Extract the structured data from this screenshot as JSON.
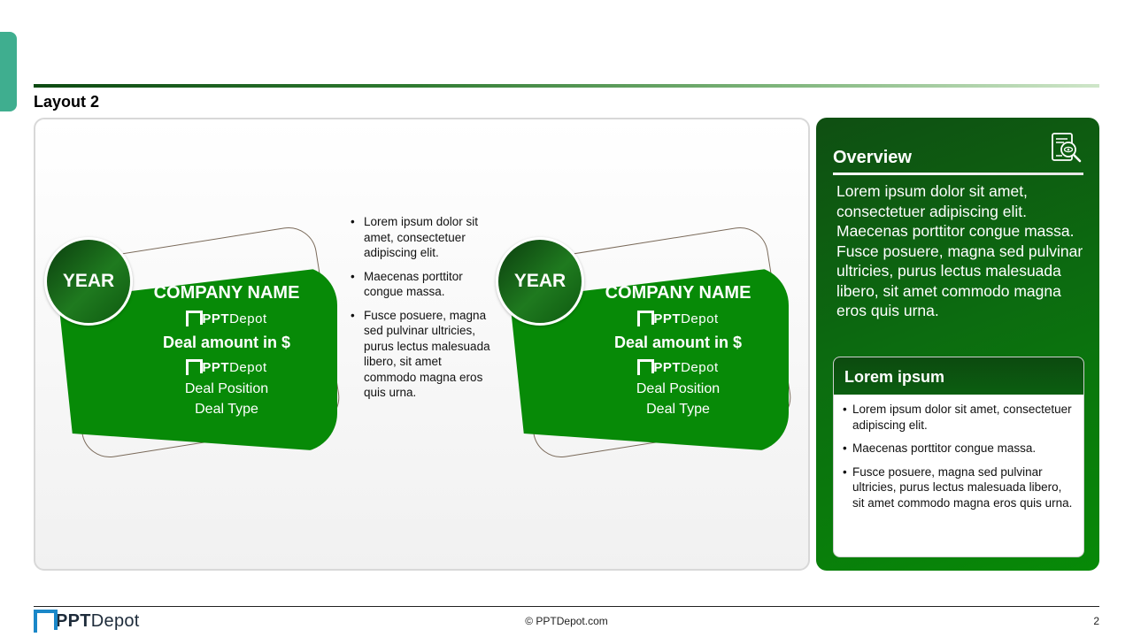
{
  "slide": {
    "title": "Layout 2",
    "page_number": "2"
  },
  "cards": [
    {
      "year": "YEAR",
      "company": "COMPANY NAME",
      "logo_bold": "PPT",
      "logo_light": "Depot",
      "deal_amount": "Deal amount in $",
      "deal_position": "Deal Position",
      "deal_type": "Deal Type"
    },
    {
      "year": "YEAR",
      "company": "COMPANY NAME",
      "logo_bold": "PPT",
      "logo_light": "Depot",
      "deal_amount": "Deal amount in $",
      "deal_position": "Deal Position",
      "deal_type": "Deal Type"
    }
  ],
  "middle_bullets": [
    "Lorem ipsum dolor sit amet, consectetuer adipiscing elit.",
    "Maecenas porttitor congue massa.",
    "Fusce posuere, magna sed pulvinar ultricies, purus lectus malesuada libero, sit amet commodo magna eros quis urna."
  ],
  "overview": {
    "title": "Overview",
    "icon": "document-search-icon",
    "body": "Lorem ipsum dolor sit amet, consectetuer adipiscing elit. Maecenas porttitor congue massa. Fusce posuere, magna sed pulvinar ultricies, purus lectus malesuada libero, sit amet commodo magna eros quis urna.",
    "box_title": "Lorem ipsum",
    "box_bullets": [
      "Lorem ipsum dolor sit amet, consectetuer adipiscing elit.",
      "Maecenas porttitor congue massa.",
      "Fusce posuere, magna sed pulvinar ultricies, purus lectus malesuada libero, sit amet commodo magna eros quis urna."
    ]
  },
  "footer": {
    "logo_bold": "PPT",
    "logo_light": "Depot",
    "copyright": "© PPTDepot.com"
  },
  "colors": {
    "primary_green": "#078a07",
    "dark_green": "#0b3d0e",
    "accent_teal": "#3fae8f",
    "brand_blue": "#1a87c8"
  }
}
